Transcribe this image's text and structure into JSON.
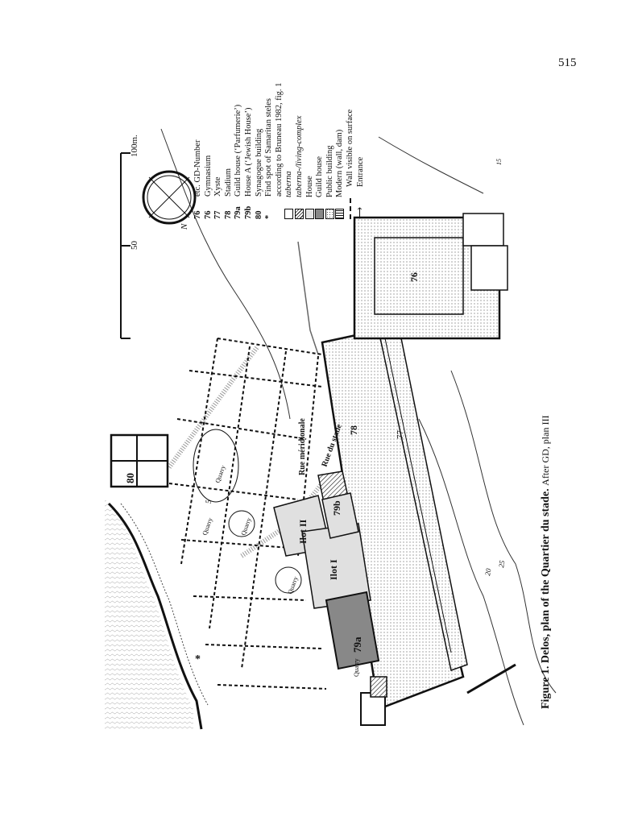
{
  "page_number": "515",
  "caption": {
    "bold": "Figure 1. Delos, plan of the Quartier du stade.",
    "small": "After GD, plan III"
  },
  "scale": {
    "label_50": "50",
    "label_100": "100m."
  },
  "legend": [
    {
      "code": "76",
      "text": "etc.  GD-Number",
      "symbol": ""
    },
    {
      "code": "76",
      "text": "Gymnasium",
      "symbol": ""
    },
    {
      "code": "77",
      "text": "Xyste",
      "symbol": ""
    },
    {
      "code": "78",
      "text": "Stadium",
      "symbol": ""
    },
    {
      "code": "79a",
      "text": "Guild house (‘Parfumerie’)",
      "symbol": ""
    },
    {
      "code": "79b",
      "text": "House A (‘Jewish House’)",
      "symbol": ""
    },
    {
      "code": "80",
      "text": "Synagogue building",
      "symbol": ""
    },
    {
      "code": "*",
      "text": "Find spot of Samaritan steles",
      "symbol": ""
    },
    {
      "code": "",
      "text": "according to Bruneau 1982, fig. 1",
      "symbol": ""
    },
    {
      "code": "",
      "text": "taberna",
      "symbol": "taberna"
    },
    {
      "code": "",
      "text": "taberna-/living-complex",
      "symbol": "tlc"
    },
    {
      "code": "",
      "text": "House",
      "symbol": "house"
    },
    {
      "code": "",
      "text": "Guild house",
      "symbol": "guild"
    },
    {
      "code": "",
      "text": "Public building",
      "symbol": "public"
    },
    {
      "code": "",
      "text": "Modern (wall, dam)",
      "symbol": "modern"
    },
    {
      "code": "",
      "text": "Wall visible on surface",
      "symbol": "dashed"
    },
    {
      "code": "",
      "text": "Entrance",
      "symbol": "arrow"
    }
  ],
  "map_labels": {
    "gymnasium": "76",
    "xyste": "77",
    "stadium": "78",
    "guild_house": "79a",
    "house_a": "79b",
    "synagogue": "80",
    "ilot_1": "Ilot I",
    "ilot_2": "Ilot II",
    "rue_meridionale": "Rue méridionale",
    "rue_du_stade": "Rue du stade",
    "quarry_1": "Quarry",
    "quarry_2": "Quarry",
    "quarry_3": "Quarry",
    "quarry_4": "Quarry",
    "quarry_5": "Quarry",
    "contour_5": "5",
    "contour_15": "15",
    "contour_20": "20",
    "contour_25": "25",
    "north": "N",
    "star": "*"
  }
}
